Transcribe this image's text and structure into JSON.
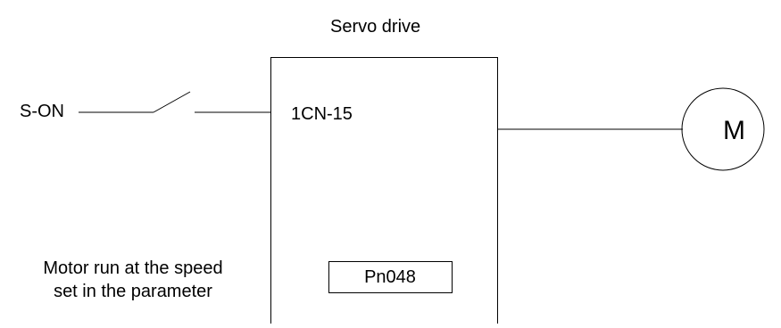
{
  "diagram": {
    "title": "Servo drive",
    "input_signal": "S-ON",
    "terminal": "1CN-15",
    "motor": "M",
    "parameter": "Pn048",
    "note_lines": [
      "Motor run at the speed",
      "set in the parameter"
    ]
  }
}
